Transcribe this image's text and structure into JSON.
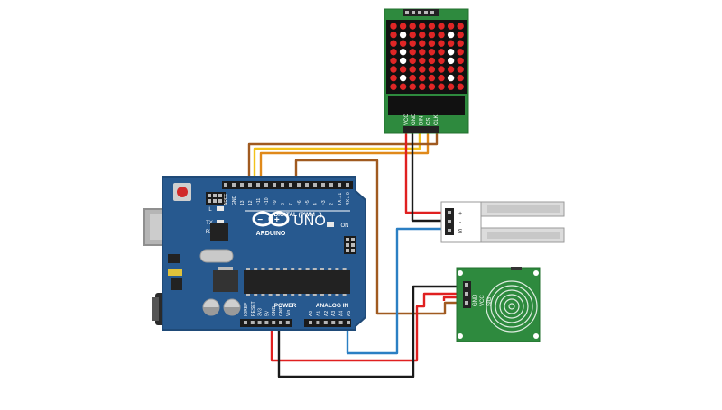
{
  "arduino": {
    "brand": "ARDUINO",
    "model": "UNO",
    "logo_symbols": "− +",
    "digital_header": "DIGITAL (PWM ~)",
    "power_label": "POWER",
    "analog_label": "ANALOG IN",
    "on_label": "ON",
    "led_labels": [
      "L",
      "TX",
      "RX"
    ],
    "top_pins": [
      "AREF",
      "GND",
      "13",
      "12",
      "~11",
      "~10",
      "~9",
      "8",
      "7",
      "~6",
      "~5",
      "4",
      "~3",
      "2",
      "TX→1",
      "RX←0"
    ],
    "power_pins": [
      "IOREF",
      "RESET",
      "3V3",
      "5V",
      "GND",
      "GND",
      "Vin"
    ],
    "analog_pins": [
      "A0",
      "A1",
      "A2",
      "A3",
      "A4",
      "A5"
    ]
  },
  "matrix": {
    "pins": [
      "VCC",
      "GND",
      "DIN",
      "CS",
      "CLK"
    ],
    "pattern": [
      "11111111",
      "10111101",
      "11111111",
      "10111101",
      "10111101",
      "11111111",
      "10111101",
      "11111111"
    ],
    "led_on_color": "#e02626",
    "led_off_color": "#ffffff"
  },
  "soil_sensor": {
    "pins": [
      "+",
      "-",
      "S"
    ]
  },
  "touch_sensor": {
    "pins": [
      "GND",
      "VCC",
      "SIG"
    ]
  },
  "colors": {
    "board_blue": "#27598f",
    "board_edge": "#1f4a78",
    "pcb_green": "#2e8a3e",
    "wire_red": "#e02020",
    "wire_black": "#1a1a1a",
    "wire_brown": "#a05a20",
    "wire_orange": "#e0891a",
    "wire_yellow": "#f2c21b",
    "wire_blue": "#2b7fc3"
  }
}
